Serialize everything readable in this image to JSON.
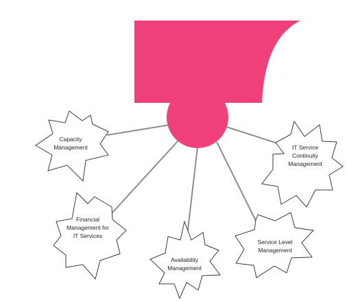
{
  "colors": {
    "hub_fill": "#ef4079",
    "connector": "#8c8c8c",
    "star_stroke": "#3a3a3a",
    "star_fill": "#ffffff"
  },
  "nodes": [
    {
      "id": "capacity",
      "lines": [
        "Capacity",
        "Management"
      ]
    },
    {
      "id": "financial",
      "lines": [
        "Financial",
        "Management for",
        "IT Services"
      ]
    },
    {
      "id": "availability",
      "lines": [
        "Availability",
        "Management"
      ]
    },
    {
      "id": "service-level",
      "lines": [
        "Service Level",
        "Management"
      ]
    },
    {
      "id": "it-continuity",
      "lines": [
        "IT Service",
        "Continuity",
        "Management"
      ]
    }
  ]
}
